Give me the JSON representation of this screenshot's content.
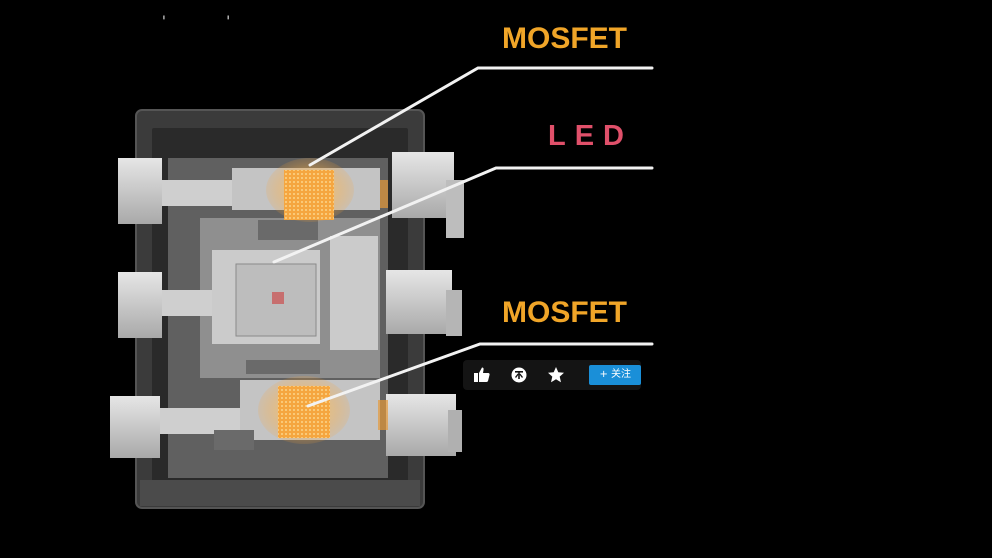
{
  "labels": {
    "mosfet_top": "MOSFET",
    "led": "LED",
    "mosfet_bottom": "MOSFET"
  },
  "toolbar": {
    "follow_label": "+ 关注"
  },
  "icons": {
    "like": "thumbs-up-icon",
    "coin": "coin-icon",
    "favorite": "star-icon"
  },
  "colors": {
    "mosfet_label": "#f0a528",
    "led_label": "#e0506a",
    "follow_button": "#1a8fd8",
    "chip_glow": "#ffb84a"
  }
}
